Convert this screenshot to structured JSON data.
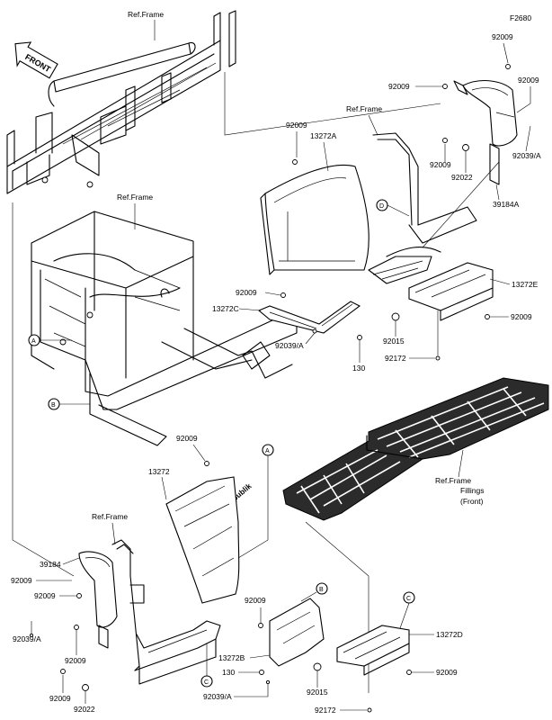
{
  "figure_id": "F2680",
  "front_label": "FRONT",
  "watermark": "PartsRepublik",
  "ref_labels": {
    "frame_top": "Ref.Frame",
    "frame_mid": "Ref.Frame",
    "frame_right": "Ref.Frame",
    "frame_bottom": "Ref.Frame",
    "fillings_1": "Ref.Frame",
    "fillings_2": "Fillings",
    "fillings_3": "(Front)"
  },
  "callouts": {
    "A": "A",
    "B": "B",
    "C": "C",
    "D": "D"
  },
  "parts": {
    "p92009_tr1": "92009",
    "p92009_tr2": "92009",
    "p92009_tr3": "92009",
    "p92009_tr4": "92009",
    "p92022_tr": "92022",
    "p92039a_tr": "92039/A",
    "p39184a": "39184A",
    "p92009_c1": "92009",
    "p13272a": "13272A",
    "p92009_m1": "92009",
    "p13272c": "13272C",
    "p92039a_m": "92039/A",
    "p130_m": "130",
    "p92015_m": "92015",
    "p92172_m": "92172",
    "p13272e_r": "13272E",
    "p92009_r1": "92009",
    "p92009_b1": "92009",
    "p13272": "13272",
    "p39184": "39184",
    "p92009_bl1": "92009",
    "p92009_bl2": "92009",
    "p92039a_bl": "92039/A",
    "p92009_bl3": "92009",
    "p92009_bl4": "92009",
    "p92022_bl": "92022",
    "p92009_bc": "92009",
    "p13272b": "13272B",
    "p130_b": "130",
    "p92039a_b": "92039/A",
    "p92015_b": "92015",
    "p92172_b": "92172",
    "p13272d": "13272D",
    "p92009_br": "92009"
  }
}
